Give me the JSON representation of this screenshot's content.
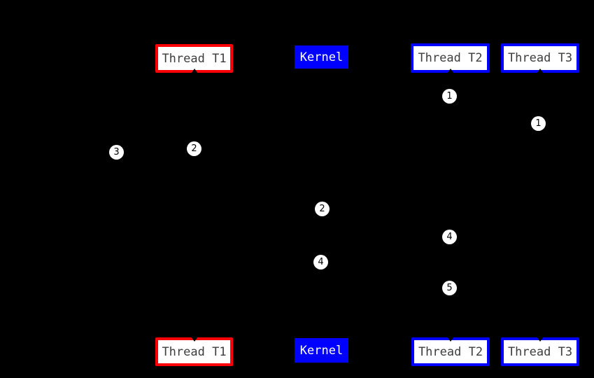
{
  "top_row": {
    "thread_t1": "Thread T1",
    "kernel": "Kernel",
    "thread_t2": "Thread T2",
    "thread_t3": "Thread T3"
  },
  "bottom_row": {
    "thread_t1": "Thread T1",
    "kernel": "Kernel",
    "thread_t2": "Thread T2",
    "thread_t3": "Thread T3"
  },
  "markers": [
    "1",
    "1",
    "3",
    "2",
    "2",
    "4",
    "4",
    "5"
  ],
  "colors": {
    "background": "#000000",
    "thread_t1_border": "#fb0006",
    "thread_t2_border": "#0000fe",
    "thread_t3_border": "#0000fe",
    "kernel_fill": "#0000fe",
    "box_fill": "#ffffff",
    "box_text": "#3d3d3d",
    "kernel_text": "#ffffff",
    "marker_fill": "#ffffff",
    "marker_text": "#000000"
  }
}
